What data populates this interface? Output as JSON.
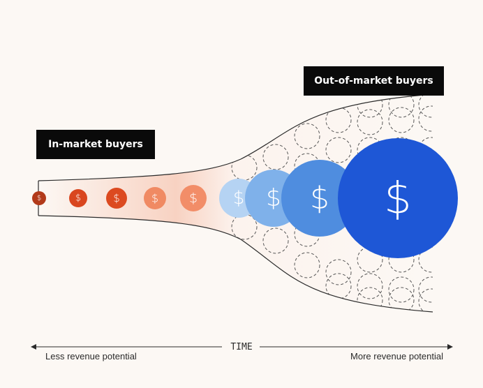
{
  "labels": {
    "in_market": "In-market buyers",
    "out_market": "Out-of-market buyers"
  },
  "axis": {
    "title": "TIME",
    "left": "Less revenue potential",
    "right": "More revenue potential"
  },
  "currency_symbol": "$",
  "colors": {
    "background": "#fcf8f4",
    "funnel_outline": "#2a2a2a",
    "dashed_circle": "#555555"
  },
  "coins": [
    {
      "color": "#b23a1a",
      "stage": "in-market"
    },
    {
      "color": "#d9461f",
      "stage": "in-market"
    },
    {
      "color": "#dc4a20",
      "stage": "in-market"
    },
    {
      "color": "#f08a63",
      "stage": "in-market"
    },
    {
      "color": "#f28d68",
      "stage": "in-market"
    },
    {
      "color": "#b5d3f3",
      "stage": "out-of-market"
    },
    {
      "color": "#7fb1ea",
      "stage": "out-of-market"
    },
    {
      "color": "#4f8ddf",
      "stage": "out-of-market"
    },
    {
      "color": "#1e57d6",
      "stage": "out-of-market"
    }
  ]
}
